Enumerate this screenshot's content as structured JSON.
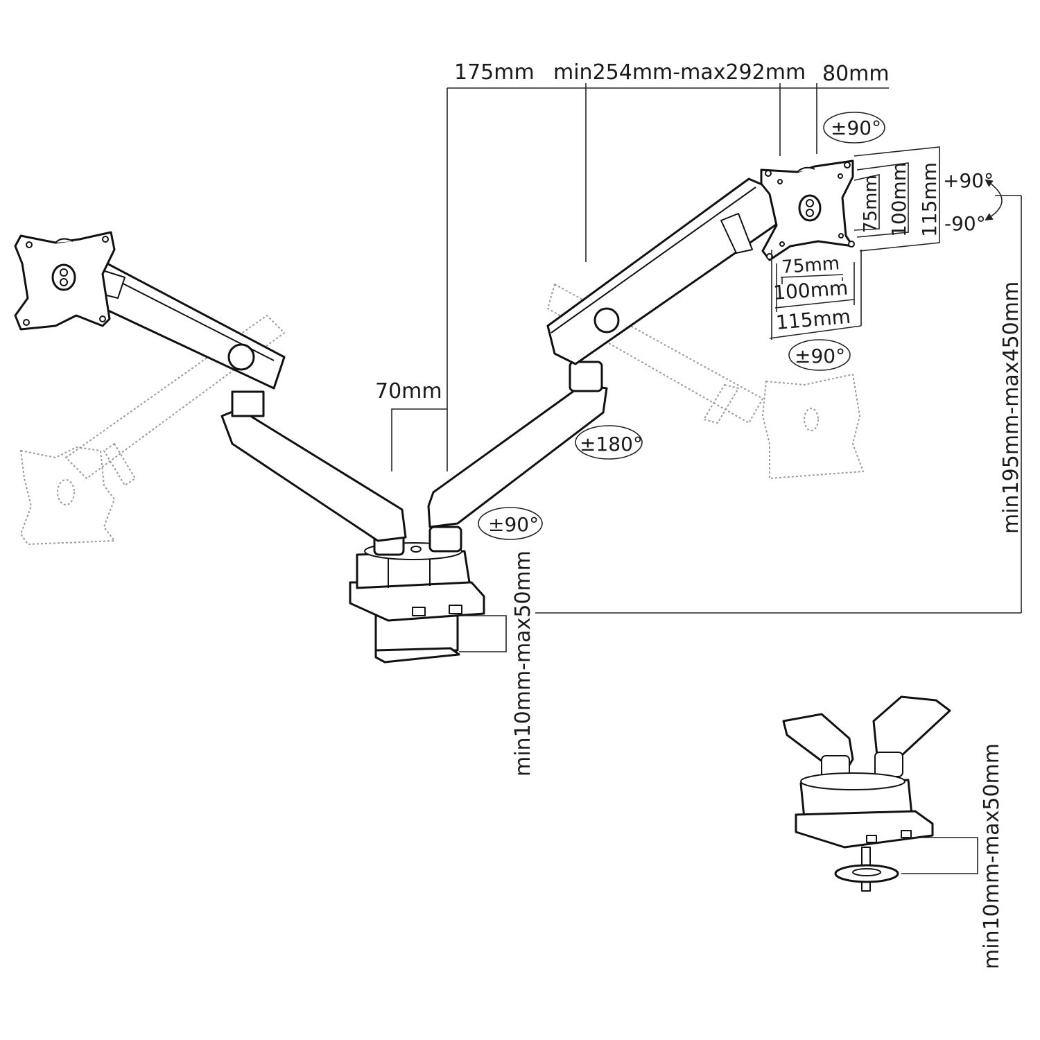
{
  "dimensions": {
    "arm_offset": "175mm",
    "arm_length": "min254mm-max292mm",
    "head_offset": "80mm",
    "pole_offset": "70mm",
    "height_range": "min195mm-max450mm",
    "desk_thickness_clamp": "min10mm-max50mm",
    "desk_thickness_grommet": "min10mm-max50mm"
  },
  "vesa": {
    "horizontal": [
      "75mm",
      "100mm",
      "115mm"
    ],
    "vertical": [
      "75mm",
      "100mm",
      "115mm"
    ]
  },
  "rotations": {
    "swivel_head": "±90°",
    "tilt_up": "+90°",
    "tilt_down": "-90°",
    "rotate_head": "±90°",
    "forearm": "±180°",
    "base_arm": "±90°"
  }
}
